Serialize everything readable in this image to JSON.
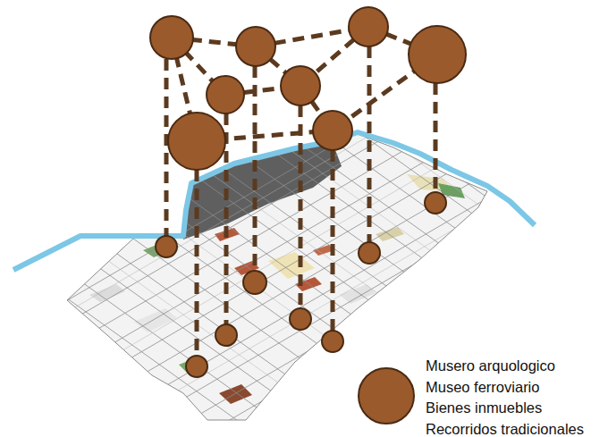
{
  "diagram": {
    "legend": [
      {
        "text": "Musero arquologico"
      },
      {
        "text": "Museo ferroviario"
      },
      {
        "text": "Bienes inmuebles"
      },
      {
        "text": "Recorridos tradicionales"
      }
    ]
  }
}
